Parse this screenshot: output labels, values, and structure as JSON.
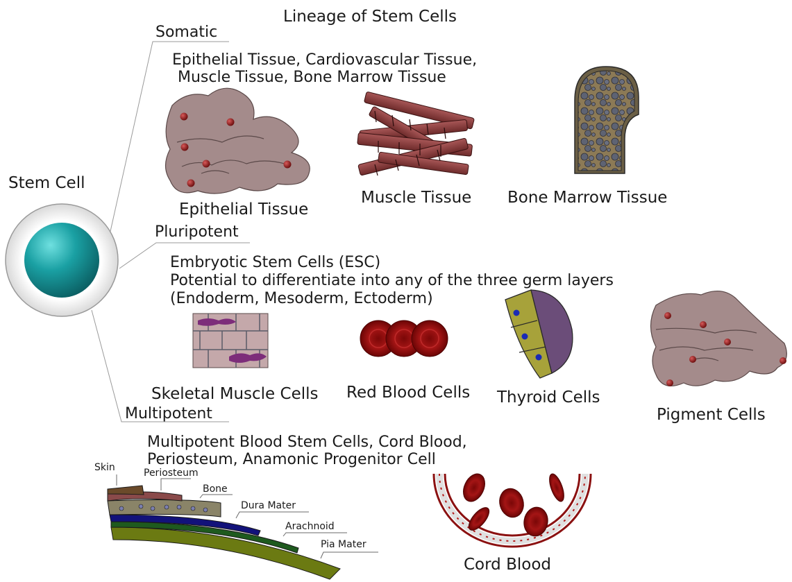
{
  "title": "Lineage of Stem Cells",
  "stem_cell_label": "Stem Cell",
  "somatic": {
    "heading": "Somatic",
    "description_line1": "Epithelial Tissue, Cardiovascular Tissue,",
    "description_line2": "Muscle Tissue, Bone Marrow Tissue",
    "items": [
      "Epithelial Tissue",
      "Muscle Tissue",
      "Bone Marrow Tissue"
    ]
  },
  "pluripotent": {
    "heading": "Pluripotent",
    "description_line1": "Embryotic Stem Cells (ESC)",
    "description_line2": "Potential to differentiate into any of the three germ layers",
    "description_line3": "(Endoderm, Mesoderm, Ectoderm)",
    "items": [
      "Skeletal Muscle Cells",
      "Red Blood Cells",
      "Thyroid Cells",
      "Pigment Cells"
    ]
  },
  "multipotent": {
    "heading": "Multipotent",
    "description_line1": "Multipotent Blood Stem Cells, Cord Blood,",
    "description_line2": "Periosteum, Anamonic Progenitor Cell",
    "layers": [
      "Skin",
      "Periosteum",
      "Bone",
      "Dura Mater",
      "Arachnoid",
      "Pia Mater"
    ],
    "cord_blood_label": "Cord Blood"
  },
  "colors": {
    "tissue": "#a48b8b",
    "nucleus": "#8b1a1a",
    "muscle": "#8f3f3f",
    "marrow_fill": "#8c7a56",
    "marrow_bubble": "#5e6373",
    "cell_core": "#17979b",
    "rbc": "#9b0d0d",
    "thyroid_fill": "#a7a23a",
    "thyroid_colloid": "#6b4d79"
  }
}
